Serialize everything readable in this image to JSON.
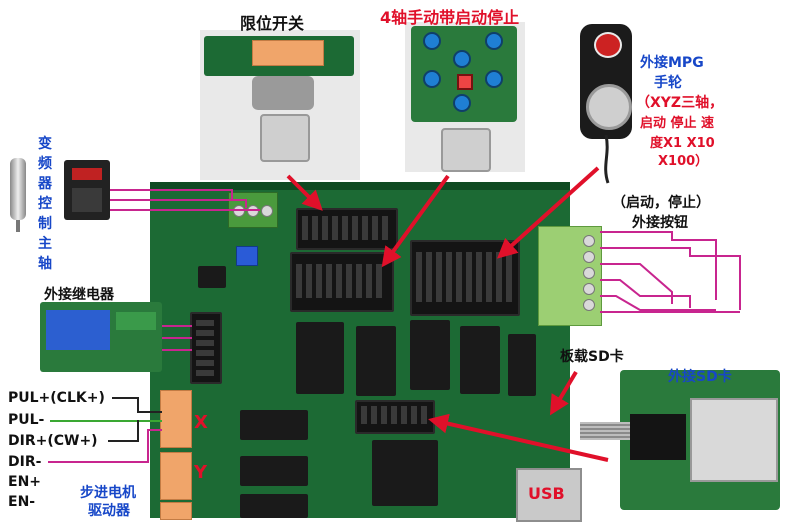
{
  "labels": {
    "limit_switch": "限位开关",
    "axis4_handheld": "4轴手动带启动停止",
    "mpg_line1": "外接MPG",
    "mpg_line2": "手轮",
    "mpg_line3": "（XYZ三轴，",
    "mpg_line4": "启动  停止  速",
    "mpg_line5": "度X1  X10",
    "mpg_line6": "X100）",
    "spindle_chars": [
      "变",
      "频",
      "器",
      "控",
      "制",
      "主",
      "轴"
    ],
    "external_button_line1": "（启动，停止）",
    "external_button_line2": "外接按钮",
    "external_relay": "外接继电器",
    "onboard_sd": "板载SD卡",
    "external_sd": "外接SD卡",
    "pul_clk": "PUL+(CLK+)",
    "pul_minus": "PUL-",
    "dir_cw": "DIR+(CW+)",
    "dir_minus": "DIR-",
    "en_plus": "EN+",
    "en_minus": "EN-",
    "stepper_driver_line1": "步进电机",
    "stepper_driver_line2": "驱动器",
    "axis_x": "X",
    "axis_y": "Y",
    "usb": "USB"
  },
  "colors": {
    "red_label": "#e0102a",
    "blue_label": "#1747c8",
    "arrow_red": "#e0102a",
    "wire_magenta": "#c8258f",
    "wire_green": "#3aa832",
    "pcb_green": "#1c6a34"
  }
}
